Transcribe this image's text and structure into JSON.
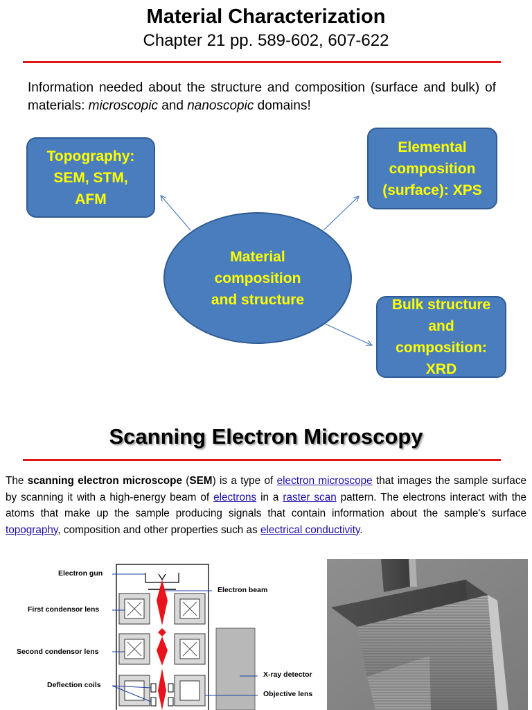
{
  "header": {
    "title": "Material Characterization",
    "subtitle": "Chapter 21  pp. 589-602, 607-622"
  },
  "intro": {
    "part1": "Information needed about the structure and composition (surface and bulk)  of materials: ",
    "em1": "microscopic",
    "part2": " and ",
    "em2": "nanoscopic",
    "part3": " domains!"
  },
  "diagram": {
    "center": "Material\ncomposition\nand structure",
    "topography": "Topography:\nSEM, STM,\nAFM",
    "elemental": "Elemental\ncomposition\n(surface): XPS",
    "bulk": "Bulk structure\nand\ncomposition:\nXRD"
  },
  "sem": {
    "title": "Scanning Electron Microscopy",
    "p1": "The ",
    "b1": "scanning electron microscope",
    "p2": " (",
    "b2": "SEM",
    "p3": ") is a type of ",
    "link1": "electron microscope",
    "p4": " that images the sample surface by scanning it with a high-energy beam of ",
    "link2": "electrons",
    "p5": " in a ",
    "link3": "raster scan",
    "p6": " pattern. The electrons interact with the atoms that make up the sample producing signals that contain information about the sample's surface ",
    "link4": "topography",
    "p7": ", composition and other properties such as ",
    "link5": "electrical conductivity",
    "p8": "."
  },
  "schematic": {
    "electron_gun": "Electron gun",
    "first_condenser": "First condensor lens",
    "second_condenser": "Second condensor lens",
    "deflection_coils": "Deflection coils",
    "electron_beam": "Electron beam",
    "xray_detector": "X-ray detector",
    "objective_lens": "Objective lens"
  },
  "colors": {
    "accent_red": "#e0141b",
    "box_blue": "#4a7dbe",
    "box_text": "#ffff00",
    "link": "#1a0dab"
  }
}
